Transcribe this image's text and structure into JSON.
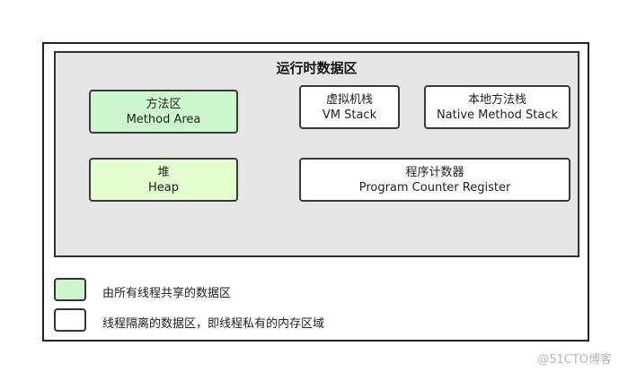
{
  "diagram": {
    "runtime_area_title": "运行时数据区",
    "boxes": {
      "method_area": {
        "cn": "方法区",
        "en": "Method Area"
      },
      "vm_stack": {
        "cn": "虚拟机栈",
        "en": "VM Stack"
      },
      "native_stack": {
        "cn": "本地方法栈",
        "en": "Native Method Stack"
      },
      "heap": {
        "cn": "堆",
        "en": "Heap"
      },
      "pc_register": {
        "cn": "程序计数器",
        "en": "Program Counter Register"
      }
    },
    "legend": {
      "shared": "由所有线程共享的数据区",
      "isolated": "线程隔离的数据区，即线程私有的内存区域"
    },
    "colors": {
      "shared_green": "#ccf7cc",
      "shared_lightgreen": "#e3fdcf",
      "isolated_white": "#ffffff",
      "runtime_bg": "#e6e6e6"
    }
  },
  "watermark": "@51CTO博客"
}
